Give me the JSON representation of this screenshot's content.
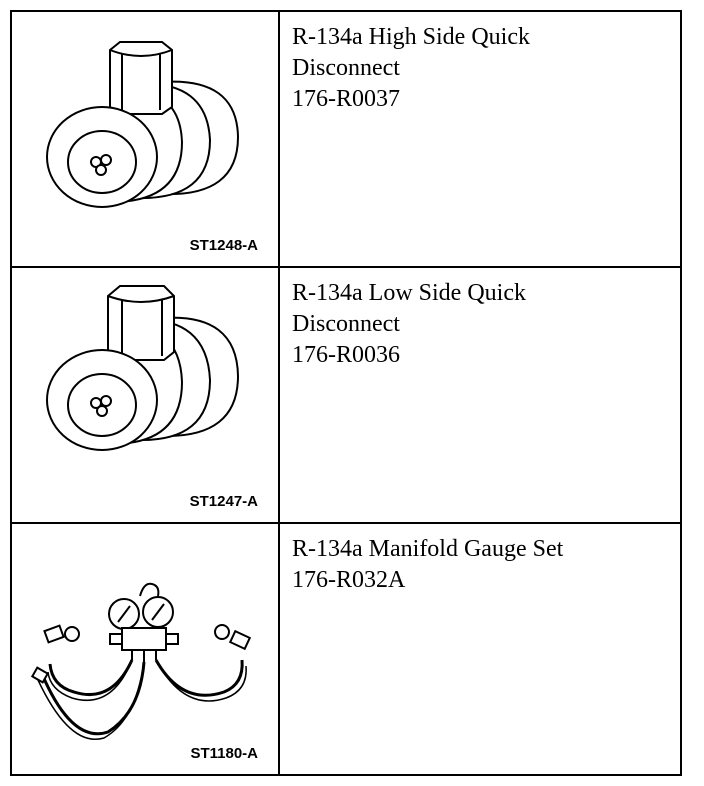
{
  "tools": [
    {
      "figure_id": "ST1248-A",
      "name_lines": [
        "R-134a High Side Quick",
        "Disconnect"
      ],
      "part_number": "176-R0037",
      "illustration": "quick-disconnect-coupler"
    },
    {
      "figure_id": "ST1247-A",
      "name_lines": [
        "R-134a Low Side Quick",
        "Disconnect"
      ],
      "part_number": "176-R0036",
      "illustration": "quick-disconnect-coupler"
    },
    {
      "figure_id": "ST1180-A",
      "name_lines": [
        "R-134a Manifold Gauge Set"
      ],
      "part_number": "176-R032A",
      "illustration": "manifold-gauge-set"
    }
  ]
}
